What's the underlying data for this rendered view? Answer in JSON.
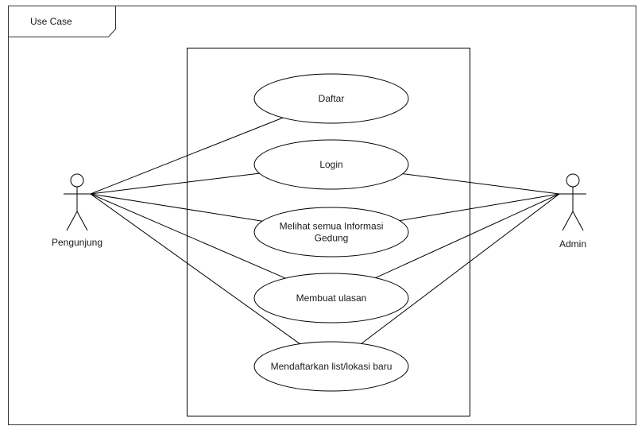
{
  "frame": {
    "label": "Use Case"
  },
  "actors": [
    {
      "id": "pengunjung",
      "label": "Pengunjung"
    },
    {
      "id": "admin",
      "label": "Admin"
    }
  ],
  "use_cases": [
    {
      "id": "daftar",
      "lines": [
        "Daftar"
      ]
    },
    {
      "id": "login",
      "lines": [
        "Login"
      ]
    },
    {
      "id": "melihat",
      "lines": [
        "Melihat semua Informasi",
        "Gedung"
      ]
    },
    {
      "id": "ulasan",
      "lines": [
        "Membuat ulasan"
      ]
    },
    {
      "id": "mendaftarkan",
      "lines": [
        "Mendaftarkan list/lokasi baru"
      ]
    }
  ],
  "associations": [
    {
      "actor": "pengunjung",
      "use_case": "daftar"
    },
    {
      "actor": "pengunjung",
      "use_case": "login"
    },
    {
      "actor": "pengunjung",
      "use_case": "melihat"
    },
    {
      "actor": "pengunjung",
      "use_case": "ulasan"
    },
    {
      "actor": "pengunjung",
      "use_case": "mendaftarkan"
    },
    {
      "actor": "admin",
      "use_case": "login"
    },
    {
      "actor": "admin",
      "use_case": "melihat"
    },
    {
      "actor": "admin",
      "use_case": "ulasan"
    },
    {
      "actor": "admin",
      "use_case": "mendaftarkan"
    }
  ],
  "colors": {
    "stroke": "#000000",
    "frame_stroke": "#333333",
    "background": "#ffffff"
  }
}
